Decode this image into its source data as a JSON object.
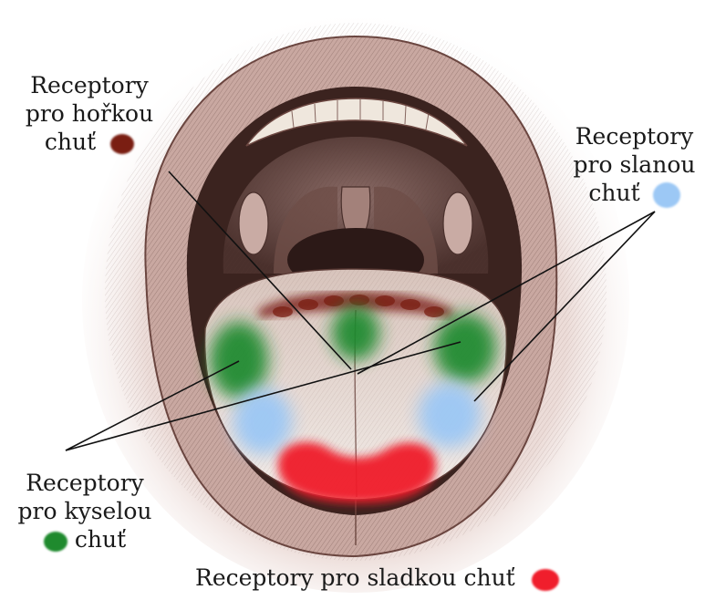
{
  "labels": {
    "bitter": {
      "line1": "Receptory",
      "line2": "pro hořkou",
      "line3": "chuť"
    },
    "salty": {
      "line1": "Receptory",
      "line2": "pro slanou",
      "line3": "chuť"
    },
    "sour": {
      "line1": "Receptory",
      "line2": "pro kyselou",
      "line3": "chuť"
    },
    "sweet": {
      "text": "Receptory pro sladkou chuť"
    }
  },
  "colors": {
    "bitter": "#7a1e12",
    "salty": "#9cc8f5",
    "sour": "#1f8a2e",
    "sweet": "#f01e2c"
  },
  "figure": {
    "subject": "open-mouth-illustration"
  }
}
